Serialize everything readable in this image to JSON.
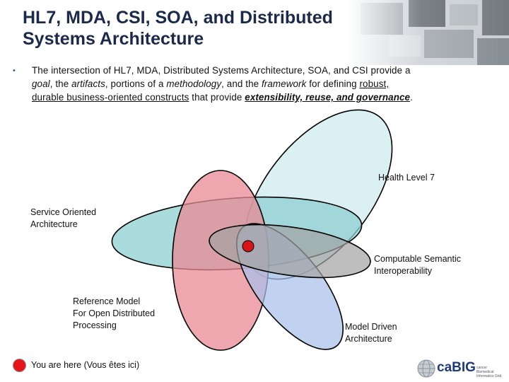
{
  "slide": {
    "title_line1": "HL7, MDA, CSI, SOA, and Distributed",
    "title_line2": "Systems Architecture",
    "bullet_marker": "•",
    "bullet": {
      "t1": "The intersection of HL7, MDA, Distributed Systems Architecture, SOA, and CSI provide a ",
      "goal": "goal",
      "t2": ", the ",
      "artifacts": "artifacts",
      "t3": ", portions of a ",
      "methodology": "methodology",
      "t4": ", and the ",
      "framework": "framework",
      "t5": " for defining ",
      "robust": "robust, durable business-oriented constructs",
      "t6": " that provide ",
      "ext": "extensibility, reuse, and governance",
      "t7": "."
    }
  },
  "diagram": {
    "labels": {
      "hl7": "Health Level 7",
      "soa_1": "Service Oriented",
      "soa_2": "Architecture",
      "csi_1": "Computable Semantic",
      "csi_2": "Interoperability",
      "rm_1": "Reference Model",
      "rm_2": "For Open Distributed",
      "rm_3": "Processing",
      "mda_1": "Model Driven",
      "mda_2": "Architecture"
    },
    "legend": "You are here (Vous êtes ici)",
    "colors": {
      "hl7": "#d6eef2",
      "soa": "#8dcfd1",
      "rm": "#e98a94",
      "mda": "#a9c0ea",
      "csi": "#a3a3a3",
      "marker": "#d8141b"
    }
  },
  "logo": {
    "name": "caBIG",
    "tag": "cancer Biomedical Informatics Grid"
  }
}
